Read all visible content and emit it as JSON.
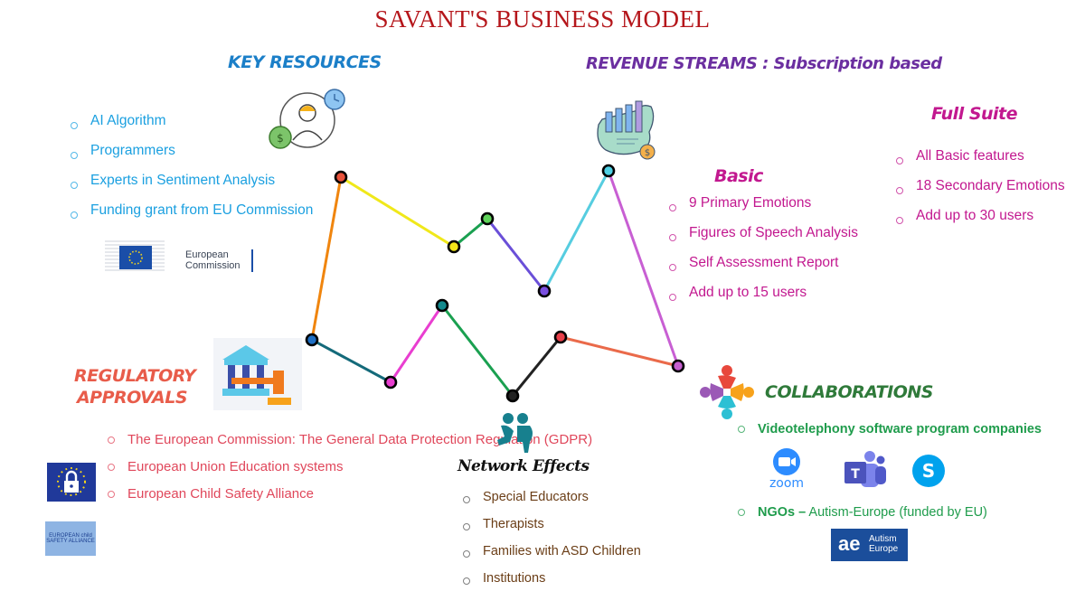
{
  "title": "SAVANT'S BUSINESS MODEL",
  "key_resources": {
    "heading": "KEY RESOURCES",
    "items": [
      "AI Algorithm",
      "Programmers",
      "Experts in Sentiment Analysis",
      "Funding grant from EU Commission"
    ],
    "logo_text_line1": "European",
    "logo_text_line2": "Commission"
  },
  "revenue_streams": {
    "heading": "REVENUE STREAMS : Subscription based",
    "basic": {
      "heading": "Basic",
      "items": [
        "9 Primary Emotions",
        "Figures of Speech Analysis",
        "Self Assessment Report",
        "Add up to 15 users"
      ]
    },
    "full_suite": {
      "heading": "Full Suite",
      "items": [
        "All Basic features",
        "18 Secondary Emotions",
        "Add up to 30 users"
      ]
    }
  },
  "regulatory_approvals": {
    "heading_line1": "REGULATORY",
    "heading_line2": "APPROVALS",
    "items": [
      "The European Commission: The General Data Protection Regulation (GDPR)",
      "European Union Education systems",
      "European Child Safety Alliance"
    ],
    "child_logo_text": "EUROPEAN child SAFETY ALLIANCE"
  },
  "network_effects": {
    "heading": "Network Effects",
    "items": [
      "Special Educators",
      "Therapists",
      "Families with ASD Children",
      "Institutions"
    ]
  },
  "collaborations": {
    "heading": "COLLABORATIONS",
    "video_item": "Videotelephony software program companies",
    "video_logos": [
      "zoom",
      "T",
      "S"
    ],
    "ngo_strong": "NGOs –",
    "ngo_rest": " Autism-Europe (funded by EU)",
    "ae_logo_mark": "ae",
    "ae_logo_line1": "Autism",
    "ae_logo_line2": "Europe"
  },
  "colors": {
    "title": "#b5161b",
    "key_resources": "#1ba0e0",
    "revenue": "#6b2fa0",
    "tiers": "#c2188f",
    "regulatory": "#e0475b",
    "network": "#6b3e17",
    "collaborations": "#1f9c4c"
  }
}
